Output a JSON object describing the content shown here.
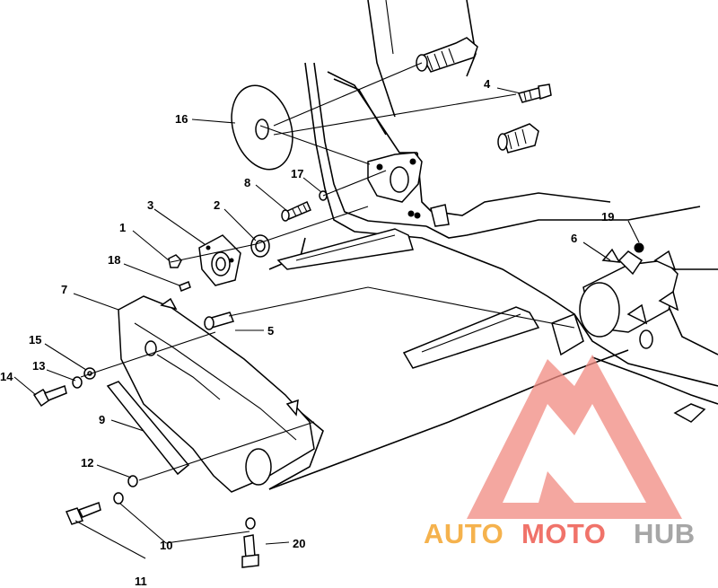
{
  "callouts": [
    {
      "id": "c1",
      "text": "1"
    },
    {
      "id": "c2",
      "text": "2"
    },
    {
      "id": "c3",
      "text": "3"
    },
    {
      "id": "c4",
      "text": "4"
    },
    {
      "id": "c5",
      "text": "5"
    },
    {
      "id": "c6",
      "text": "6"
    },
    {
      "id": "c7",
      "text": "7"
    },
    {
      "id": "c8",
      "text": "8"
    },
    {
      "id": "c9",
      "text": "9"
    },
    {
      "id": "c10",
      "text": "10"
    },
    {
      "id": "c11",
      "text": "11"
    },
    {
      "id": "c12",
      "text": "12"
    },
    {
      "id": "c13",
      "text": "13"
    },
    {
      "id": "c14",
      "text": "14"
    },
    {
      "id": "c15",
      "text": "15"
    },
    {
      "id": "c16",
      "text": "16"
    },
    {
      "id": "c17",
      "text": "17"
    },
    {
      "id": "c18",
      "text": "18"
    },
    {
      "id": "c19",
      "text": "19"
    },
    {
      "id": "c20",
      "text": "20"
    }
  ],
  "watermark": {
    "part1": "AUTO",
    "part2": "MOTO",
    "part3": "HUB",
    "color_auto": "#f5b24d",
    "color_moto": "#f0736a",
    "color_hub": "#a6a6a6",
    "logo_color": "#f08a80"
  }
}
